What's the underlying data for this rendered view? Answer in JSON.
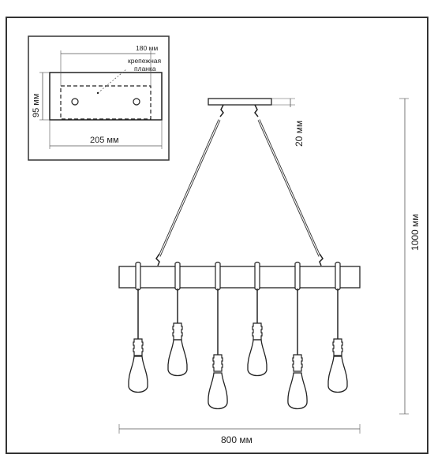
{
  "inset": {
    "length_outer": "205 мм",
    "height": "95 мм",
    "length_plate": "180 мм",
    "plate_label_line1": "крепежная",
    "plate_label_line2": "планка"
  },
  "main": {
    "canopy_height": "20 мм",
    "total_height": "1000 мм",
    "width": "800 мм"
  }
}
